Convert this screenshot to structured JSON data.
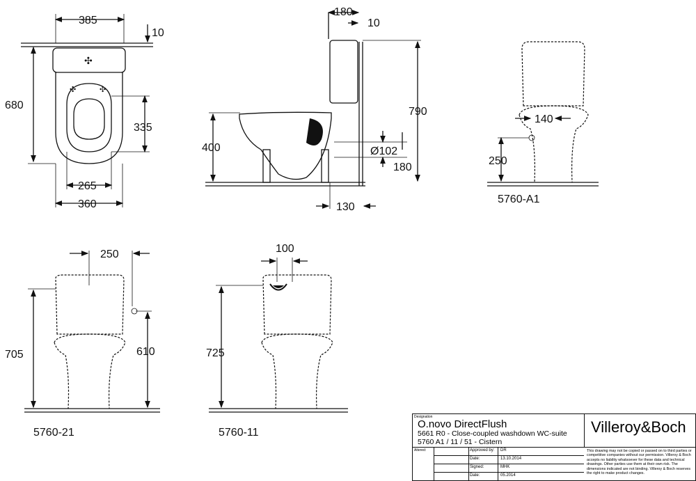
{
  "dimensions": {
    "top_view": {
      "width_top": "385",
      "offset": "10",
      "length": "680",
      "seat": "335",
      "inner_width": "265",
      "width_bottom": "360"
    },
    "side_view": {
      "cistern_depth": "180",
      "offset": "10",
      "height": "790",
      "pan_height": "400",
      "outlet_diameter": "Ø102",
      "outlet_height": "180",
      "outlet_offset": "130"
    },
    "view_a1": {
      "spacing": "140",
      "inlet_height": "250",
      "label": "5760-A1"
    },
    "view_21": {
      "spacing": "250",
      "height": "705",
      "inlet_height": "610",
      "label": "5760-21"
    },
    "view_11": {
      "spacing": "100",
      "height": "725",
      "label": "5760-11"
    }
  },
  "title_block": {
    "designation_caption": "Designation",
    "title": "O.novo DirectFlush",
    "line2": "5661 R0 - Close-coupled washdown WC-suite",
    "line3": "5760 A1 / 11 / 51 - Cistern",
    "brand": "Villeroy&Boch",
    "altered_label": "Altered:",
    "rows": [
      {
        "label": "Approved by:",
        "value": "DR"
      },
      {
        "label": "Date:",
        "value": "13.10.2014"
      },
      {
        "label": "Signed:",
        "value": "MHK"
      },
      {
        "label": "Date:",
        "value": "05.2014"
      }
    ],
    "disclaimer": "This drawing may not be copied or passed on to third parties or competitive companies without our permission. Villeroy & Boch accepts no liability whatsoever for these data and technical drawings. Other parties use them at their own risk. The dimensions indicated are not binding. Villeroy & Boch reserves the right to make product changes."
  }
}
